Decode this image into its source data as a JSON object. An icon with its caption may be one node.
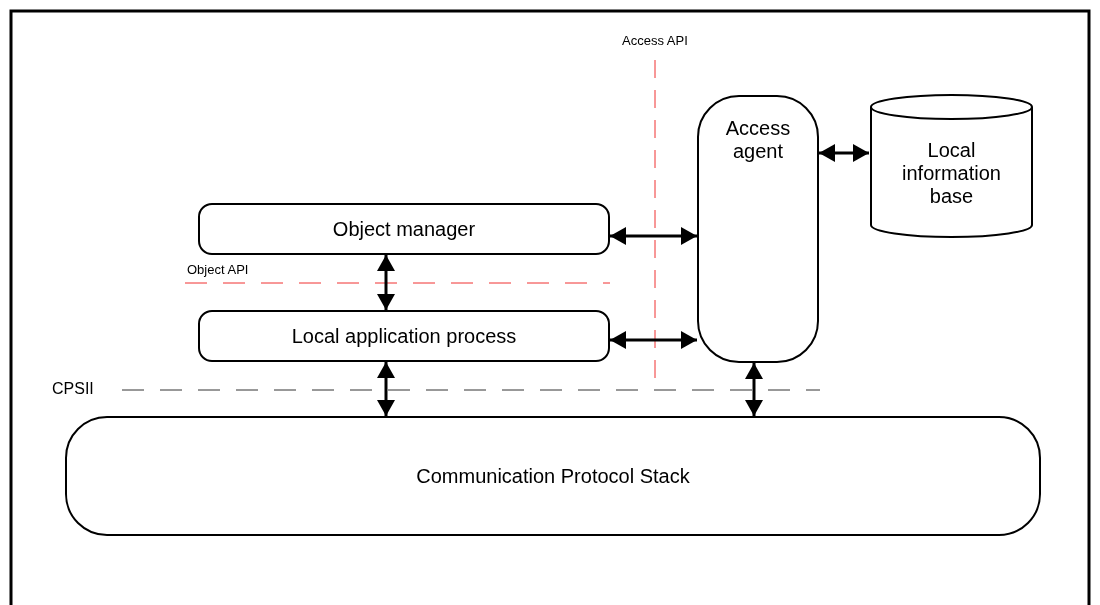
{
  "diagram": {
    "nodes": [
      {
        "text": [
          "Object manager"
        ]
      },
      {
        "text": [
          "Local application process"
        ]
      },
      {
        "text": [
          "Access agent"
        ]
      },
      {
        "text": [
          "Local information base"
        ]
      },
      {
        "text": [
          "Communication Protocol Stack"
        ]
      }
    ],
    "edges": [
      {
        "from": 0,
        "to": 2,
        "arrow": "both"
      },
      {
        "from": 2,
        "to": 3,
        "arrow": "both"
      },
      {
        "from": 0,
        "to": 1,
        "arrow": "both"
      },
      {
        "from": 1,
        "to": 2,
        "arrow": "both"
      },
      {
        "from": 1,
        "to": 4,
        "arrow": "both"
      },
      {
        "from": 2,
        "to": 4,
        "arrow": "both"
      }
    ],
    "labels": [
      "Access API",
      "Object API",
      "CPSII"
    ]
  }
}
